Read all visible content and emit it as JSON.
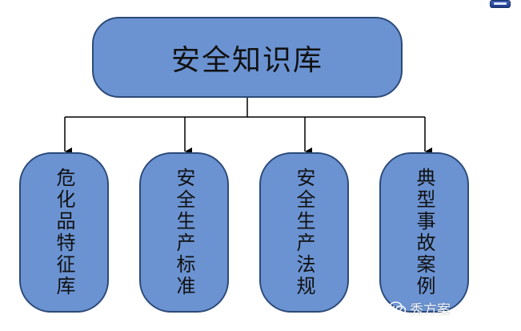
{
  "diagram": {
    "root": {
      "label": "安全知识库"
    },
    "children": [
      {
        "label": "危化品特征库"
      },
      {
        "label": "安全生产标准"
      },
      {
        "label": "安全生产法规"
      },
      {
        "label": "典型事故案例"
      }
    ]
  },
  "watermark": {
    "text": "秀方案"
  },
  "colors": {
    "node_fill": "#6b93d2",
    "node_border": "#2c4a79",
    "connector": "#000000"
  },
  "icons": {
    "watermark": "wechat-chat-icon",
    "corner": "window-control-icon"
  }
}
